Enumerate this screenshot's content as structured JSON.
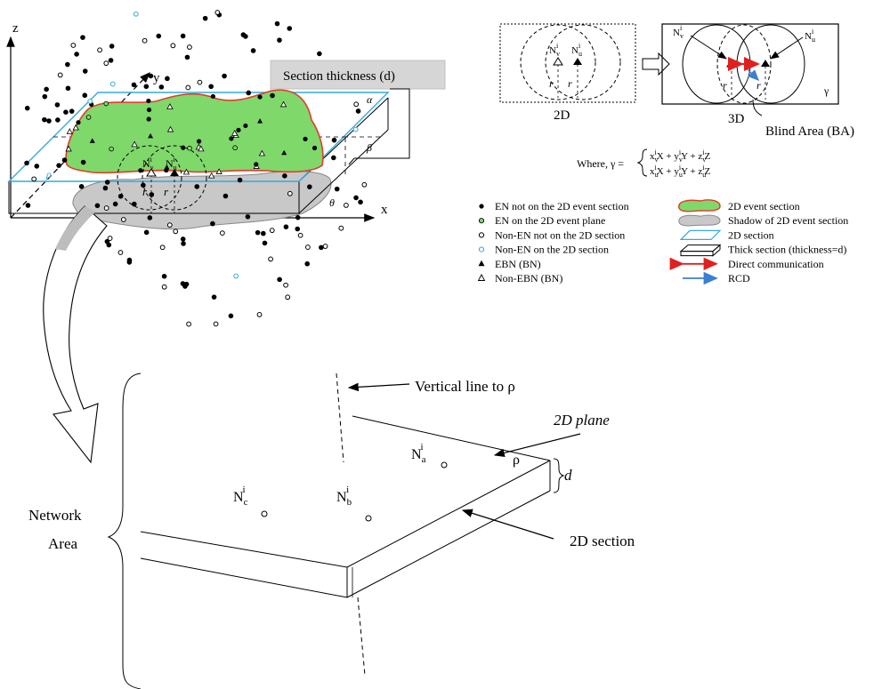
{
  "top_left": {
    "axis_z": "z",
    "axis_y": "y",
    "axis_x": "x",
    "angle_alpha": "α",
    "angle_beta": "β",
    "angle_theta": "θ",
    "angle_rho": "ρ",
    "section_thickness_label": "Section thickness (d)",
    "node_v": "N",
    "node_u": "N",
    "sup_i": "i",
    "sub_v": "v",
    "sub_u": "u",
    "radius": "r"
  },
  "top_right": {
    "label_2d": "2D",
    "label_3d": "3D",
    "blind_area": "Blind Area (BA)",
    "gamma": "γ",
    "radius": "r",
    "node_v": "N",
    "node_u": "N",
    "sup_i": "i",
    "sub_v": "v",
    "sub_u": "u",
    "where_prefix": "Where, γ =",
    "formula_line1": "x",
    "formula_line2": "x"
  },
  "legend": {
    "items": [
      {
        "symbol": "filled-dot",
        "label": "EN not on the 2D event section"
      },
      {
        "symbol": "green-ring",
        "label": "EN on the 2D event plane"
      },
      {
        "symbol": "hollow-ring",
        "label": "Non-EN not on the 2D section"
      },
      {
        "symbol": "blue-ring",
        "label": "Non-EN on the 2D section"
      },
      {
        "symbol": "filled-triangle",
        "label": "EBN (BN)"
      },
      {
        "symbol": "hollow-triangle",
        "label": "Non-EBN (BN)"
      },
      {
        "symbol": "green-blob",
        "label": "2D event section"
      },
      {
        "symbol": "gray-blob",
        "label": "Shadow of 2D event section"
      },
      {
        "symbol": "blue-parallelogram",
        "label": "2D section"
      },
      {
        "symbol": "thick-box",
        "label": "Thick section (thickness=d)"
      },
      {
        "symbol": "red-double-arrow",
        "label": "Direct communication"
      },
      {
        "symbol": "blue-arrow",
        "label": "RCD"
      }
    ],
    "colors": {
      "green": "#7fd86a",
      "gray": "#c8c8c8",
      "blue": "#33aadd",
      "red": "#e02020",
      "edge_red": "#e33a2a"
    }
  },
  "bottom": {
    "network_area_line1": "Network",
    "network_area_line2": "Area",
    "vertical_line_label": "Vertical line to ρ",
    "plane_label": "2D plane",
    "section_label": "2D section",
    "rho": "ρ",
    "d": "d",
    "node_a": "N",
    "node_b": "N",
    "node_c": "N",
    "sup_i": "i",
    "sub_a": "a",
    "sub_b": "b",
    "sub_c": "c"
  }
}
